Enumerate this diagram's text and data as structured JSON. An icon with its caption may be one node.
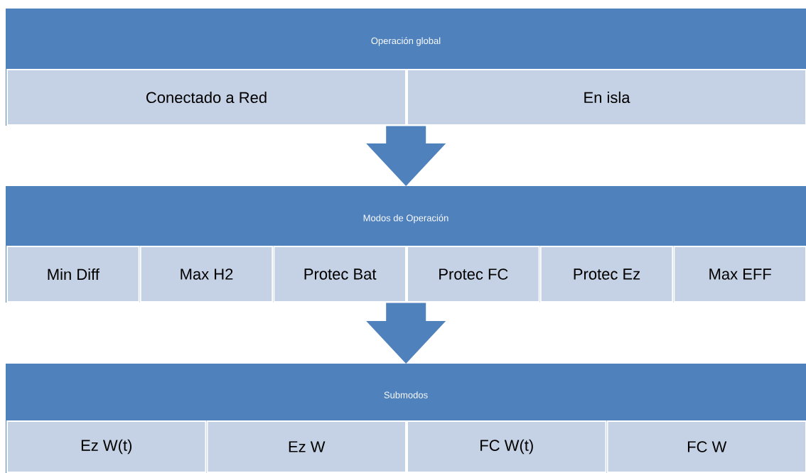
{
  "diagram": {
    "nodes": [
      {
        "text": [
          "Operación global"
        ]
      },
      {
        "text": [
          "Conectado a Red"
        ],
        "in": 0
      },
      {
        "text": [
          "En isla"
        ],
        "in": 0
      },
      {
        "text": [
          "Modos  de Operación"
        ]
      },
      {
        "text": [
          "Min Diff"
        ],
        "in": 3
      },
      {
        "text": [
          "Max H2"
        ],
        "in": 3
      },
      {
        "text": [
          "Protec Bat"
        ],
        "in": 3
      },
      {
        "text": [
          "Protec FC"
        ],
        "in": 3
      },
      {
        "text": [
          "Protec Ez"
        ],
        "in": 3
      },
      {
        "text": [
          "Max EFF"
        ],
        "in": 3
      },
      {
        "text": [
          "Submodos"
        ]
      },
      {
        "text": [
          "Ez W(t)"
        ],
        "in": 10
      },
      {
        "text": [
          "Ez W"
        ],
        "in": 10
      },
      {
        "text": [
          "FC W(t)"
        ],
        "in": 10
      },
      {
        "text": [
          "FC W"
        ],
        "in": 10
      }
    ],
    "edges": [
      {
        "from": 0,
        "to": 3,
        "arrow": "to"
      },
      {
        "from": 3,
        "to": 10,
        "arrow": "to"
      }
    ]
  }
}
